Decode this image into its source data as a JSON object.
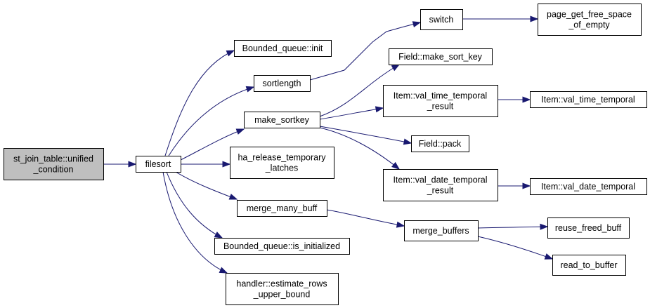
{
  "nodes": {
    "root": [
      "st_join_table::unified",
      "_condition"
    ],
    "filesort": [
      "filesort"
    ],
    "bq_init": [
      "Bounded_queue::init"
    ],
    "sortlength": [
      "sortlength"
    ],
    "make_sortkey": [
      "make_sortkey"
    ],
    "ha_release": [
      "ha_release_temporary",
      "_latches"
    ],
    "merge_many_buff": [
      "merge_many_buff"
    ],
    "bq_is_init": [
      "Bounded_queue::is_initialized"
    ],
    "estimate_rows": [
      "handler::estimate_rows",
      "_upper_bound"
    ],
    "switch": [
      "switch"
    ],
    "page_get_free": [
      "page_get_free_space",
      "_of_empty"
    ],
    "field_make_sort_key": [
      "Field::make_sort_key"
    ],
    "item_vtt_result": [
      "Item::val_time_temporal",
      "_result"
    ],
    "item_vtt": [
      "Item::val_time_temporal"
    ],
    "field_pack": [
      "Field::pack"
    ],
    "item_vdt_result": [
      "Item::val_date_temporal",
      "_result"
    ],
    "item_vdt": [
      "Item::val_date_temporal"
    ],
    "merge_buffers": [
      "merge_buffers"
    ],
    "reuse_freed_buff": [
      "reuse_freed_buff"
    ],
    "read_to_buffer": [
      "read_to_buffer"
    ]
  },
  "edges": [
    [
      "root",
      "filesort"
    ],
    [
      "filesort",
      "bq_init"
    ],
    [
      "filesort",
      "sortlength"
    ],
    [
      "filesort",
      "make_sortkey"
    ],
    [
      "filesort",
      "ha_release"
    ],
    [
      "filesort",
      "merge_many_buff"
    ],
    [
      "filesort",
      "bq_is_init"
    ],
    [
      "filesort",
      "estimate_rows"
    ],
    [
      "sortlength",
      "switch"
    ],
    [
      "switch",
      "page_get_free"
    ],
    [
      "make_sortkey",
      "field_make_sort_key"
    ],
    [
      "make_sortkey",
      "item_vtt_result"
    ],
    [
      "make_sortkey",
      "field_pack"
    ],
    [
      "make_sortkey",
      "item_vdt_result"
    ],
    [
      "item_vtt_result",
      "item_vtt"
    ],
    [
      "item_vdt_result",
      "item_vdt"
    ],
    [
      "merge_many_buff",
      "merge_buffers"
    ],
    [
      "merge_buffers",
      "reuse_freed_buff"
    ],
    [
      "merge_buffers",
      "read_to_buffer"
    ]
  ],
  "colors": {
    "edge": "#191970",
    "root_fill": "#bfbfbf",
    "node_fill": "#ffffff",
    "border": "#000000"
  }
}
